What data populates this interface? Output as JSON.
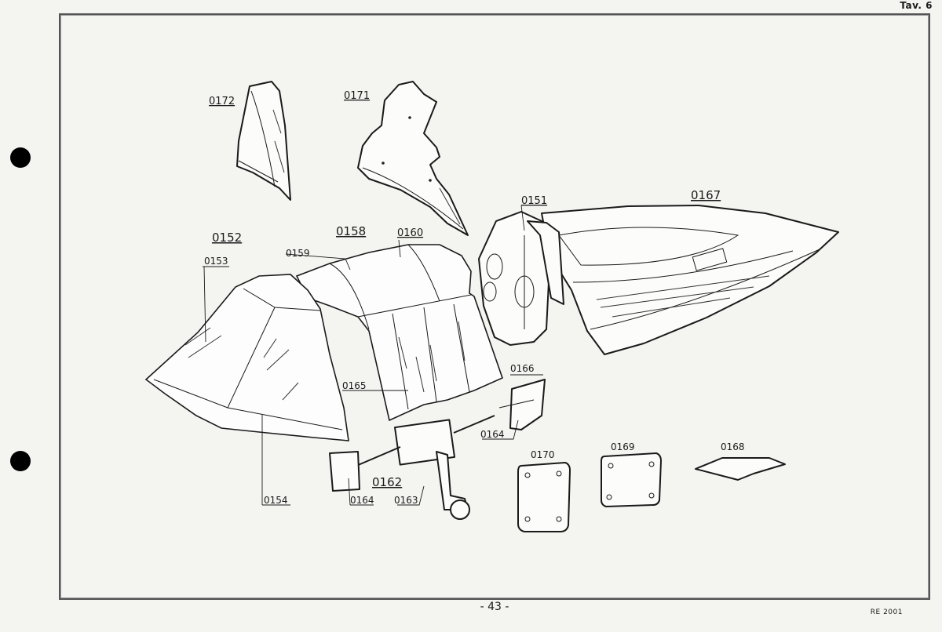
{
  "header": {
    "plate_label": "Tav. 6"
  },
  "footer": {
    "page_number": "- 43 -",
    "reference": "RE 2001"
  },
  "callouts": {
    "c0172": "0172",
    "c0171": "0171",
    "c0151": "0151",
    "c0167": "0167",
    "c0152": "0152",
    "c0153": "0153",
    "c0158": "0158",
    "c0159": "0159",
    "c0160": "0160",
    "c0165": "0165",
    "c0166": "0166",
    "c0164a": "0164",
    "c0164b": "0164",
    "c0162": "0162",
    "c0163": "0163",
    "c0154": "0154",
    "c0170": "0170",
    "c0169": "0169",
    "c0168": "0168"
  }
}
